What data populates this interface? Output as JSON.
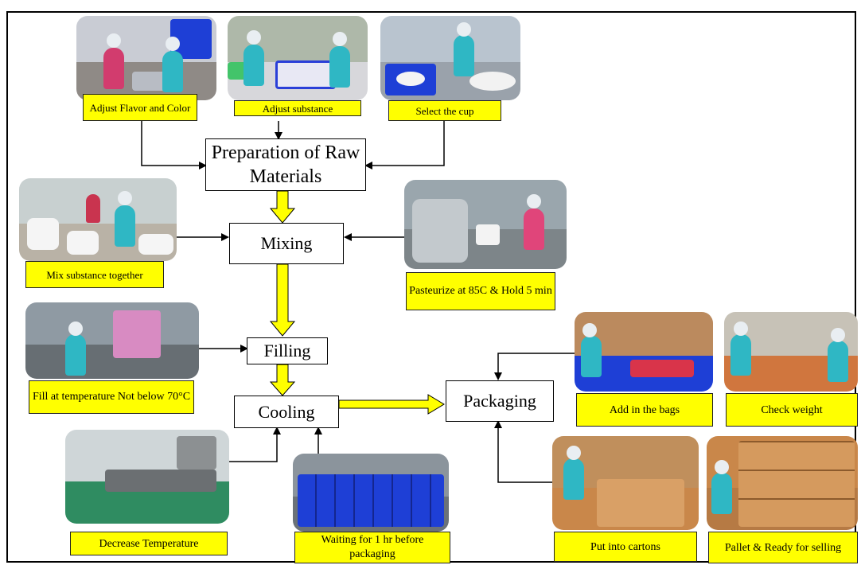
{
  "steps": {
    "prep": "Preparation of Raw Materials",
    "mixing": "Mixing",
    "filling": "Filling",
    "cooling": "Cooling",
    "packaging": "Packaging"
  },
  "captions": {
    "flavor": "Adjust Flavor and Color",
    "substance": "Adjust substance",
    "cup": "Select the cup",
    "mix": "Mix substance together",
    "pasteurize": "Pasteurize at 85C & Hold 5 min",
    "fill": "Fill  at temperature Not below 70°C",
    "decrease": "Decrease Temperature",
    "waiting": "Waiting for 1 hr before packaging",
    "bags": "Add in the bags",
    "weight": "Check weight",
    "cartons": "Put into cartons",
    "pallet": "Pallet & Ready for selling"
  },
  "photos": [
    "photo-adjust-flavor",
    "photo-adjust-substance",
    "photo-select-cup",
    "photo-mix-substance",
    "photo-pasteurize",
    "photo-fill",
    "photo-decrease-temperature",
    "photo-waiting",
    "photo-add-bags",
    "photo-check-weight",
    "photo-put-cartons",
    "photo-pallet"
  ],
  "colors": {
    "caption": "#ffff00",
    "flow_arrow": "#ffff00",
    "worker_shirt": "#2fb7c4",
    "crate": "#1e3fd6",
    "carton": "#c9874a"
  }
}
